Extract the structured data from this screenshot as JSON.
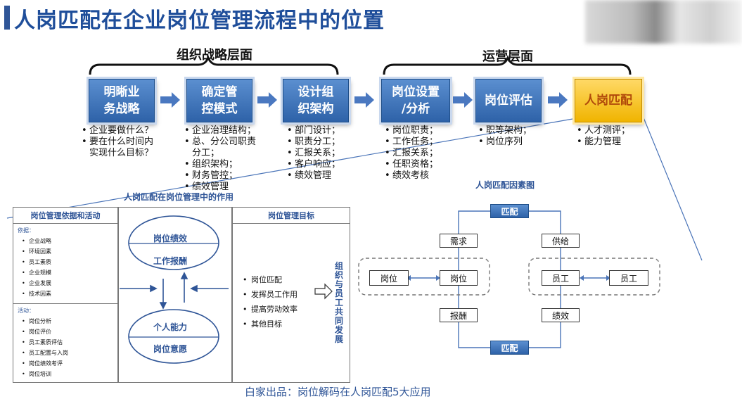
{
  "title": "人岗匹配在企业岗位管理流程中的位置",
  "layers": {
    "left": "组织战略层面",
    "right": "运营层面"
  },
  "steps": [
    {
      "label": "明晰业\n务战略",
      "bullets": [
        "企业要做什么？",
        "要在什么时间内实现什么目标？"
      ]
    },
    {
      "label": "确定管\n控模式",
      "bullets": [
        "企业治理结构；",
        "总、分公司职责分工；",
        "组织架构；",
        "财务管控；",
        "绩效管理"
      ]
    },
    {
      "label": "设计组\n织架构",
      "bullets": [
        "部门设计；",
        "职责分工；",
        "汇报关系；",
        "客户响应；",
        "绩效管理"
      ]
    },
    {
      "label": "岗位设置\n/分析",
      "bullets": [
        "岗位职责；",
        "工作任务；",
        "汇报关系；",
        "任职资格；",
        "绩效考核"
      ]
    },
    {
      "label": "岗位评估",
      "bullets": [
        "职等架构；",
        "岗位序列"
      ]
    },
    {
      "label": "人岗匹配",
      "bullets": [
        "人才测评；",
        "能力管理"
      ]
    }
  ],
  "role_section": {
    "title": "人岗匹配在岗位管理中的作用",
    "basis_title": "岗位管理依据和活动",
    "basis_label": "依据：",
    "basis_items": [
      "企业战略",
      "环境因素",
      "员工素质",
      "企业规模",
      "企业发展",
      "技术因素"
    ],
    "activity_label": "活动：",
    "activity_items": [
      "岗位分析",
      "岗位评价",
      "员工素质评估",
      "员工配置与入岗",
      "岗位绩效考评",
      "岗位培训"
    ],
    "ellipse_top": [
      "岗位绩效",
      "工作报酬"
    ],
    "ellipse_bottom": [
      "个人能力",
      "岗位意愿"
    ],
    "goal_title": "岗位管理目标",
    "goal_items": [
      "岗位匹配",
      "发挥员工作用",
      "提高劳动效率",
      "其他目标"
    ],
    "vertical_goal": "组织与员工共同发展"
  },
  "factor_diagram": {
    "title": "人岗匹配因素图",
    "top": "匹配",
    "bottom": "匹配",
    "demand": "需求",
    "supply": "供给",
    "post_outer": "岗位",
    "post_inner": "岗位",
    "staff_inner": "员工",
    "staff_outer": "员工",
    "pay": "报酬",
    "performance": "绩效"
  },
  "footer": "白家出品：岗位解码在人岗匹配5大应用",
  "colors": {
    "title": "#1f4e9a",
    "step_blue": "#2e62a8",
    "step_gold": "#f0b400",
    "arrow": "#4a78c0",
    "section_title": "#2f5597"
  }
}
